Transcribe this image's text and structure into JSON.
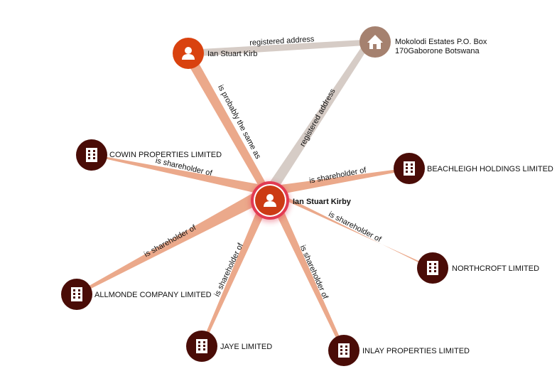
{
  "graph": {
    "center": {
      "label": "Ian Stuart Kirby",
      "icon": "person-icon",
      "color": "#cc3b14",
      "ring": "#e23a52"
    },
    "person2": {
      "label": "Ian Stuart Kirb",
      "icon": "person-icon",
      "color": "#d9420f"
    },
    "address": {
      "line1": "Mokolodi  Estates P.O. Box",
      "line2": "170Gaborone Botswana",
      "icon": "home-icon",
      "color": "#a5816f"
    },
    "companies": [
      {
        "label": "COWIN PROPERTIES LIMITED",
        "icon": "building-icon"
      },
      {
        "label": "BEACHLEIGH HOLDINGS LIMITED",
        "icon": "building-icon"
      },
      {
        "label": "NORTHCROFT LIMITED",
        "icon": "building-icon"
      },
      {
        "label": "ALLMONDE COMPANY LIMITED",
        "icon": "building-icon"
      },
      {
        "label": "JAYE LIMITED",
        "icon": "building-icon"
      },
      {
        "label": "INLAY PROPERTIES LIMITED",
        "icon": "building-icon"
      }
    ],
    "company_color": "#4a0c07",
    "edge_labels": {
      "registered_address": "registered address",
      "same_as": "is probably the same as",
      "shareholder": "is shareholder of"
    },
    "colors": {
      "shareholder_edge": "#eba98b",
      "address_edge": "#d6ccc6"
    }
  }
}
